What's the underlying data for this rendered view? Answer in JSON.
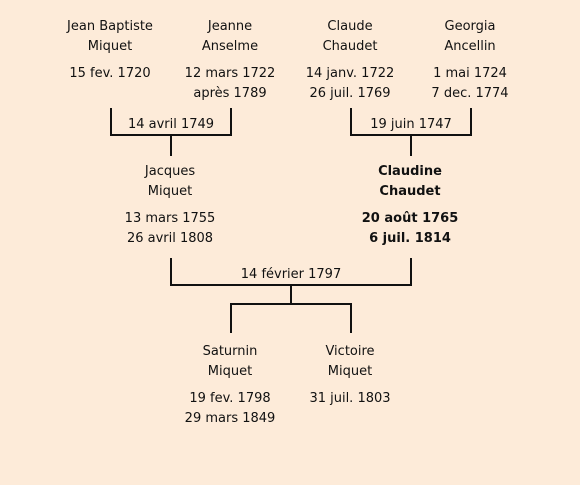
{
  "persons": {
    "jean_baptiste": {
      "given": "Jean Baptiste",
      "surname": "Miquet",
      "birth": "15 fev. 1720",
      "death": ""
    },
    "jeanne": {
      "given": "Jeanne",
      "surname": "Anselme",
      "birth": "12 mars 1722",
      "death": "après 1789"
    },
    "claude": {
      "given": "Claude",
      "surname": "Chaudet",
      "birth": "14 janv. 1722",
      "death": "26 juil. 1769"
    },
    "georgia": {
      "given": "Georgia",
      "surname": "Ancellin",
      "birth": "1 mai 1724",
      "death": "7 dec. 1774"
    },
    "jacques": {
      "given": "Jacques",
      "surname": "Miquet",
      "birth": "13 mars 1755",
      "death": "26 avril 1808"
    },
    "claudine": {
      "given": "Claudine",
      "surname": "Chaudet",
      "birth": "20 août 1765",
      "death": "6 juil. 1814"
    },
    "saturnin": {
      "given": "Saturnin",
      "surname": "Miquet",
      "birth": "19 fev. 1798",
      "death": "29 mars 1849"
    },
    "victoire": {
      "given": "Victoire",
      "surname": "Miquet",
      "birth": "31 juil. 1803",
      "death": ""
    }
  },
  "marriages": {
    "miquet_anselme": "14 avril 1749",
    "chaudet_ancellin": "19 juin 1747",
    "miquet_chaudet": "14 février 1797"
  },
  "colors": {
    "background": "#fdebd9",
    "line": "#111111"
  }
}
